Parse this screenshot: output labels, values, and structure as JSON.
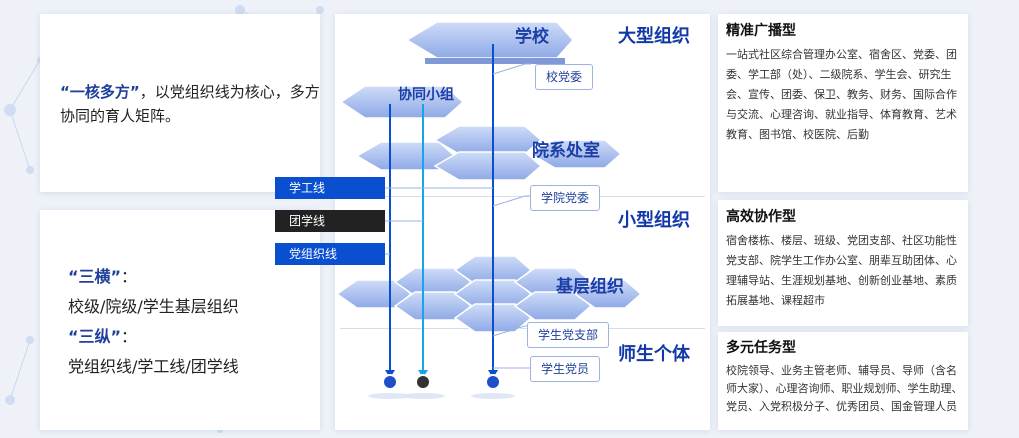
{
  "intro": {
    "core_quote": "“一核多方”",
    "core_text": "，以党组织线为核心，多方协同的育人矩阵。",
    "heng_quote": "“三横”",
    "heng_colon": "：",
    "heng_text": "校级/院级/学生基层组织",
    "zong_quote": "“三纵”",
    "zong_colon": "：",
    "zong_text": "党组织线/学工线/团学线"
  },
  "tiers": {
    "large": "大型组织",
    "small": "小型组织",
    "individual": "师生个体"
  },
  "layer_labels": {
    "school": "学校",
    "collab": "协同小组",
    "college": "院系处室",
    "grassroots": "基层组织"
  },
  "pills": {
    "school_party": "校党委",
    "college_party": "学院党委",
    "student_branch": "学生党支部",
    "student_member": "学生党员"
  },
  "lines": [
    {
      "label": "学工线",
      "color": "#0a4fd0"
    },
    {
      "label": "团学线",
      "color": "#222222"
    },
    {
      "label": "党组织线",
      "color": "#0a4fd0"
    }
  ],
  "panels": [
    {
      "title": "精准广播型",
      "body": "一站式社区综合管理办公室、宿舍区、党委、团委、学工部（处）、二级院系、学生会、研究生会、宣传、团委、保卫、教务、财务、国际合作与交流、心理咨询、就业指导、体育教育、艺术教育、图书馆、校医院、后勤"
    },
    {
      "title": "高效协作型",
      "body": "宿舍楼栋、楼层、班级、党团支部、社区功能性党支部、院学生工作办公室、朋辈互助团体、心理辅导站、生涯规划基地、创新创业基地、素质拓展基地、课程超市"
    },
    {
      "title": "多元任务型",
      "body": "校院领导、业务主管老师、辅导员、导师（含名师大家）、心理咨询师、职业规划师、学生助理、党员、入党积极分子、优秀团员、国金管理人员"
    }
  ],
  "colors": {
    "accent": "#1338a8",
    "line_blue": "#0a4fd0",
    "line_light": "#19a3ea",
    "hex_fill": "#a9bff0"
  }
}
